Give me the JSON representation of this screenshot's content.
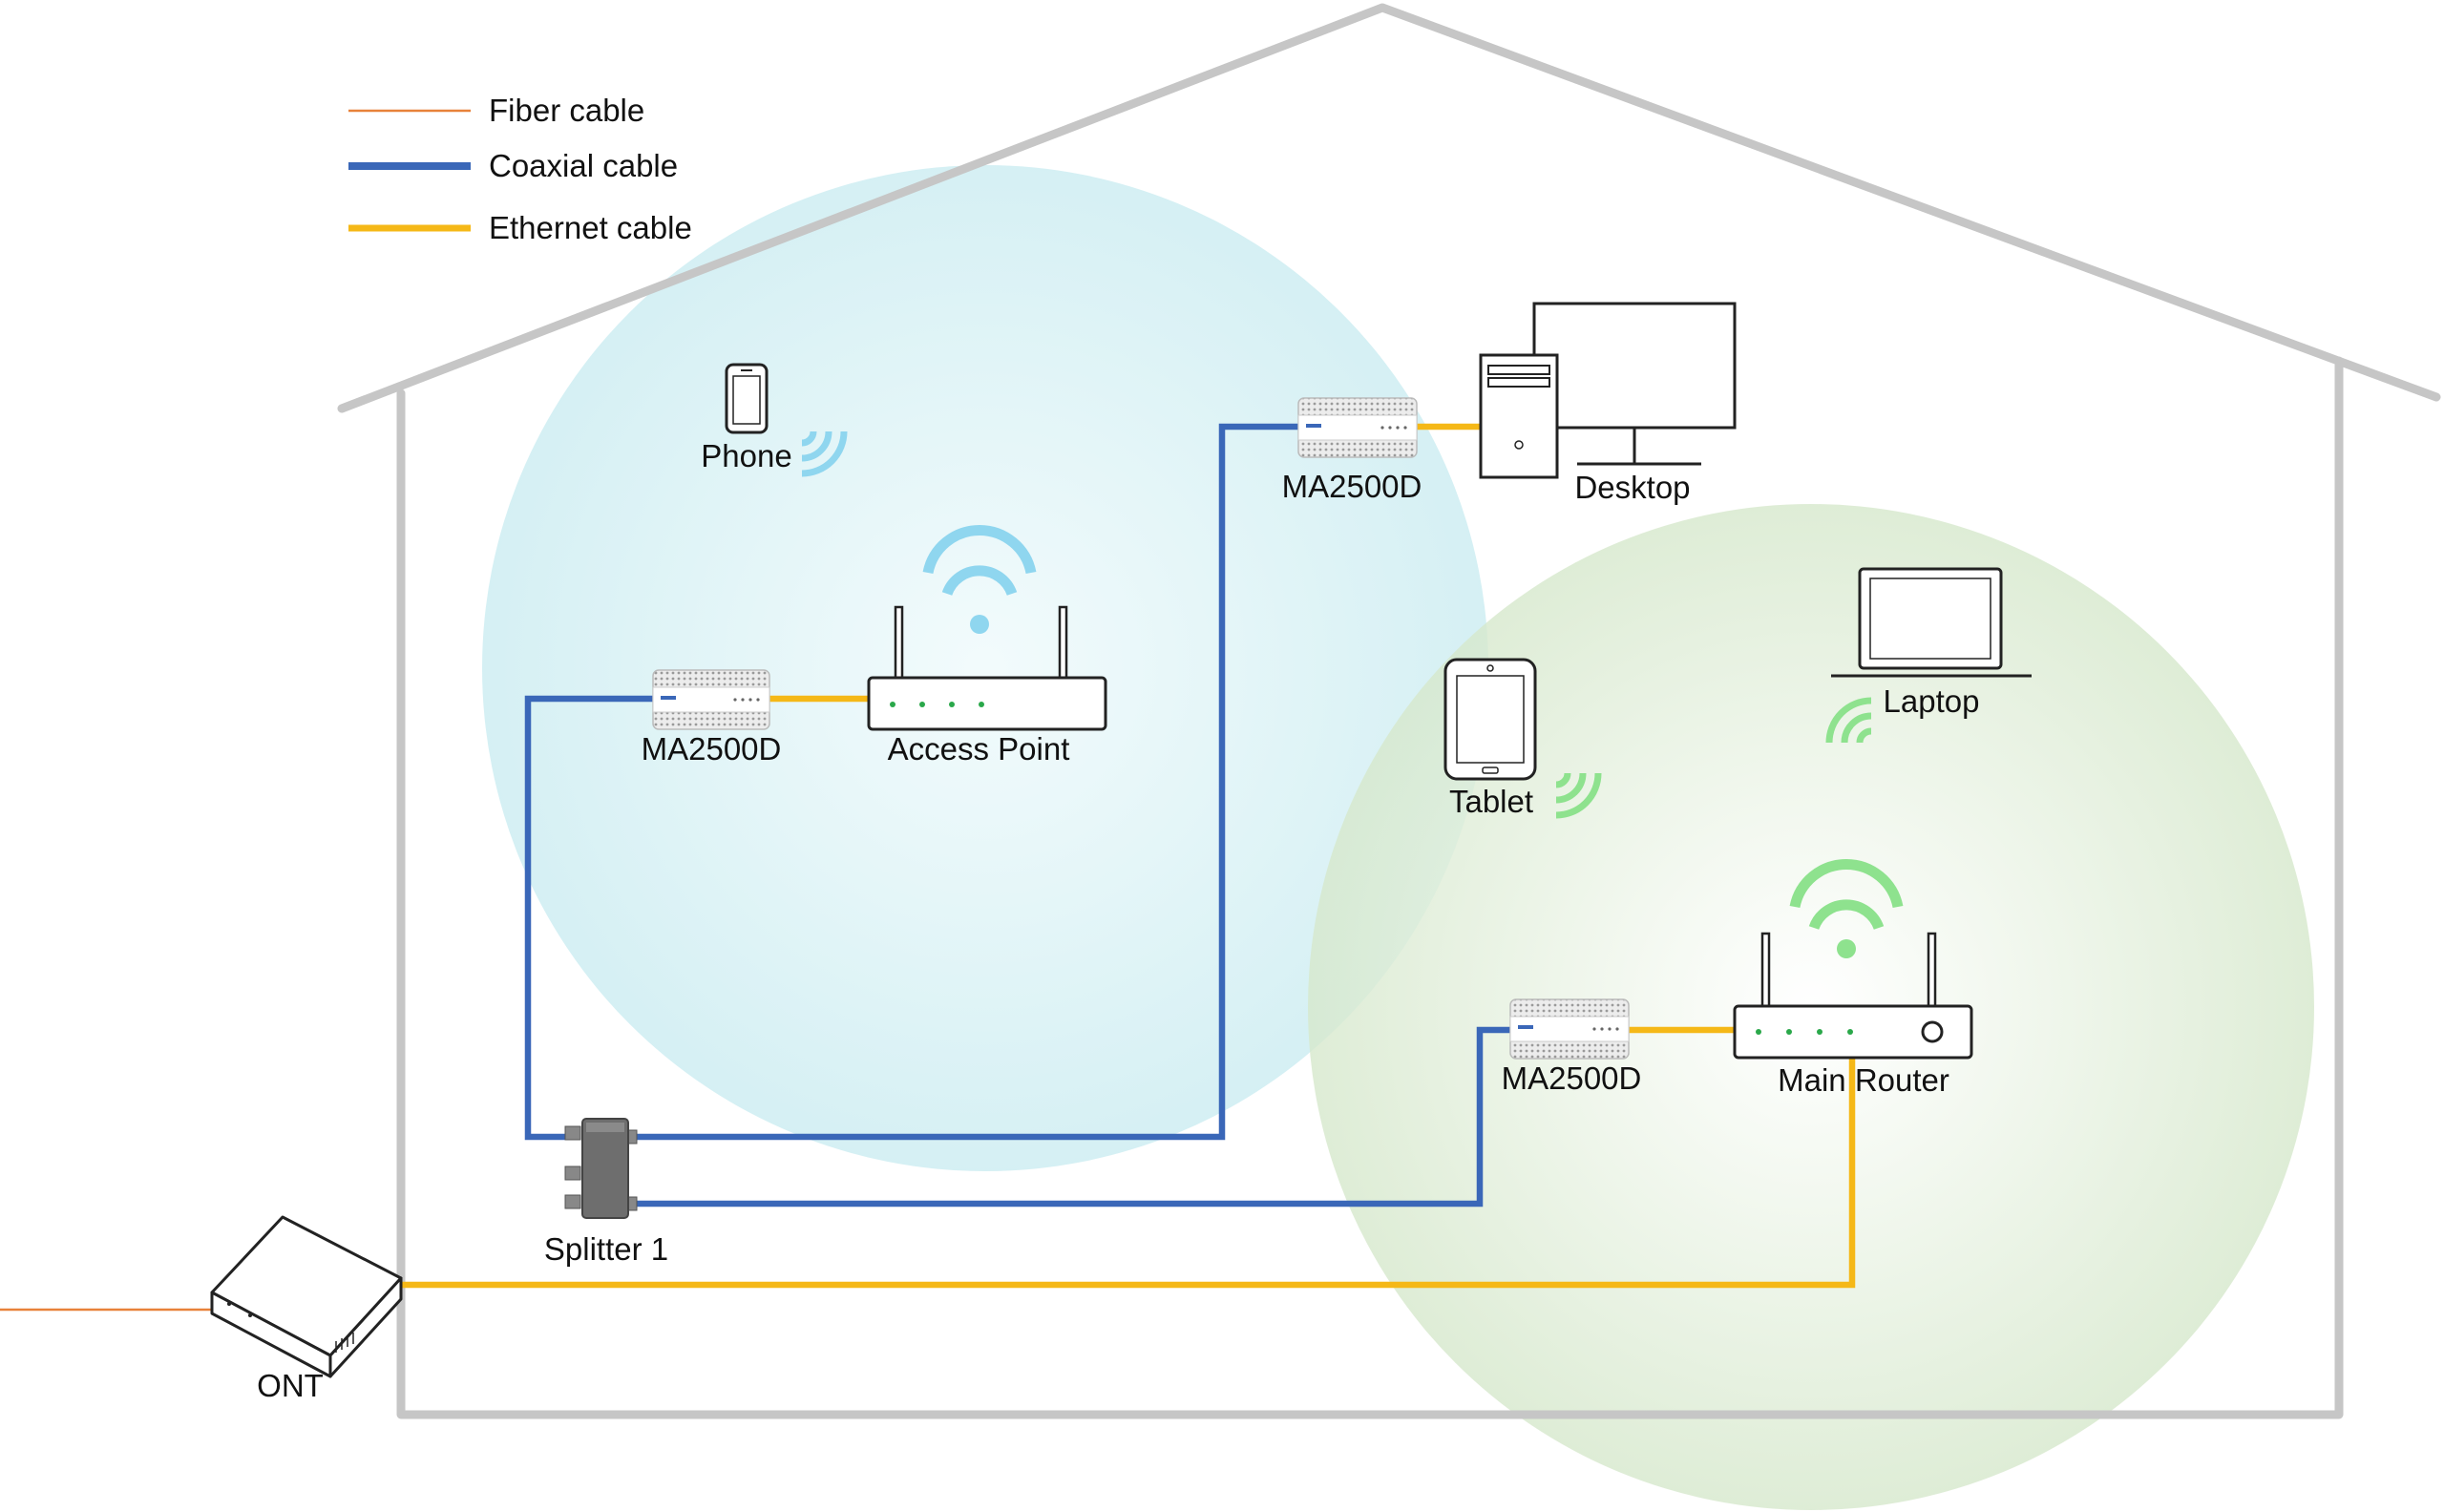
{
  "legend": {
    "fiber": "Fiber cable",
    "coax": "Coaxial cable",
    "ethernet": "Ethernet cable"
  },
  "labels": {
    "phone": "Phone",
    "ma2500d_ap": "MA2500D",
    "access_point": "Access Point",
    "ma2500d_desktop": "MA2500D",
    "desktop": "Desktop",
    "laptop": "Laptop",
    "tablet": "Tablet",
    "ma2500d_router": "MA2500D",
    "main_router": "Main Router",
    "splitter": "Splitter 1",
    "ont": "ONT"
  },
  "colors": {
    "fiber": "#e8823a",
    "coax": "#3a67b8",
    "ethernet": "#f5b817",
    "house": "#c4c4c4",
    "wifi_blue": "#8fd6ef",
    "wifi_green": "#8ee28e",
    "zone_blue": "#d8f1f3",
    "zone_green": "#dcecd4"
  }
}
